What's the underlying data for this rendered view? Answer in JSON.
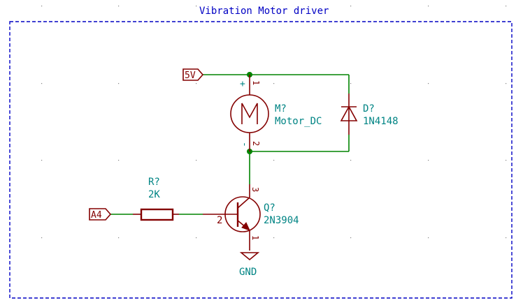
{
  "sheet": {
    "title": "Vibration Motor driver",
    "colors": {
      "wire": "#008400",
      "symbol": "#840000",
      "field_text": "#008484",
      "sheet_frame": "#0000c4",
      "grid": "#848484",
      "background": "#ffffff"
    }
  },
  "labels": {
    "power_5v": "5V",
    "input_a4": "A4"
  },
  "components": {
    "motor": {
      "reference": "M?",
      "value": "Motor_DC",
      "pin1": "1",
      "pin2": "2",
      "plus": "+",
      "minus": "-"
    },
    "diode": {
      "reference": "D?",
      "value": "1N4148"
    },
    "resistor": {
      "reference": "R?",
      "value": "2K"
    },
    "transistor": {
      "reference": "Q?",
      "value": "2N3904",
      "pin_base": "2",
      "pin_collector": "3",
      "pin_emitter": "1"
    },
    "ground": {
      "value": "GND"
    }
  }
}
